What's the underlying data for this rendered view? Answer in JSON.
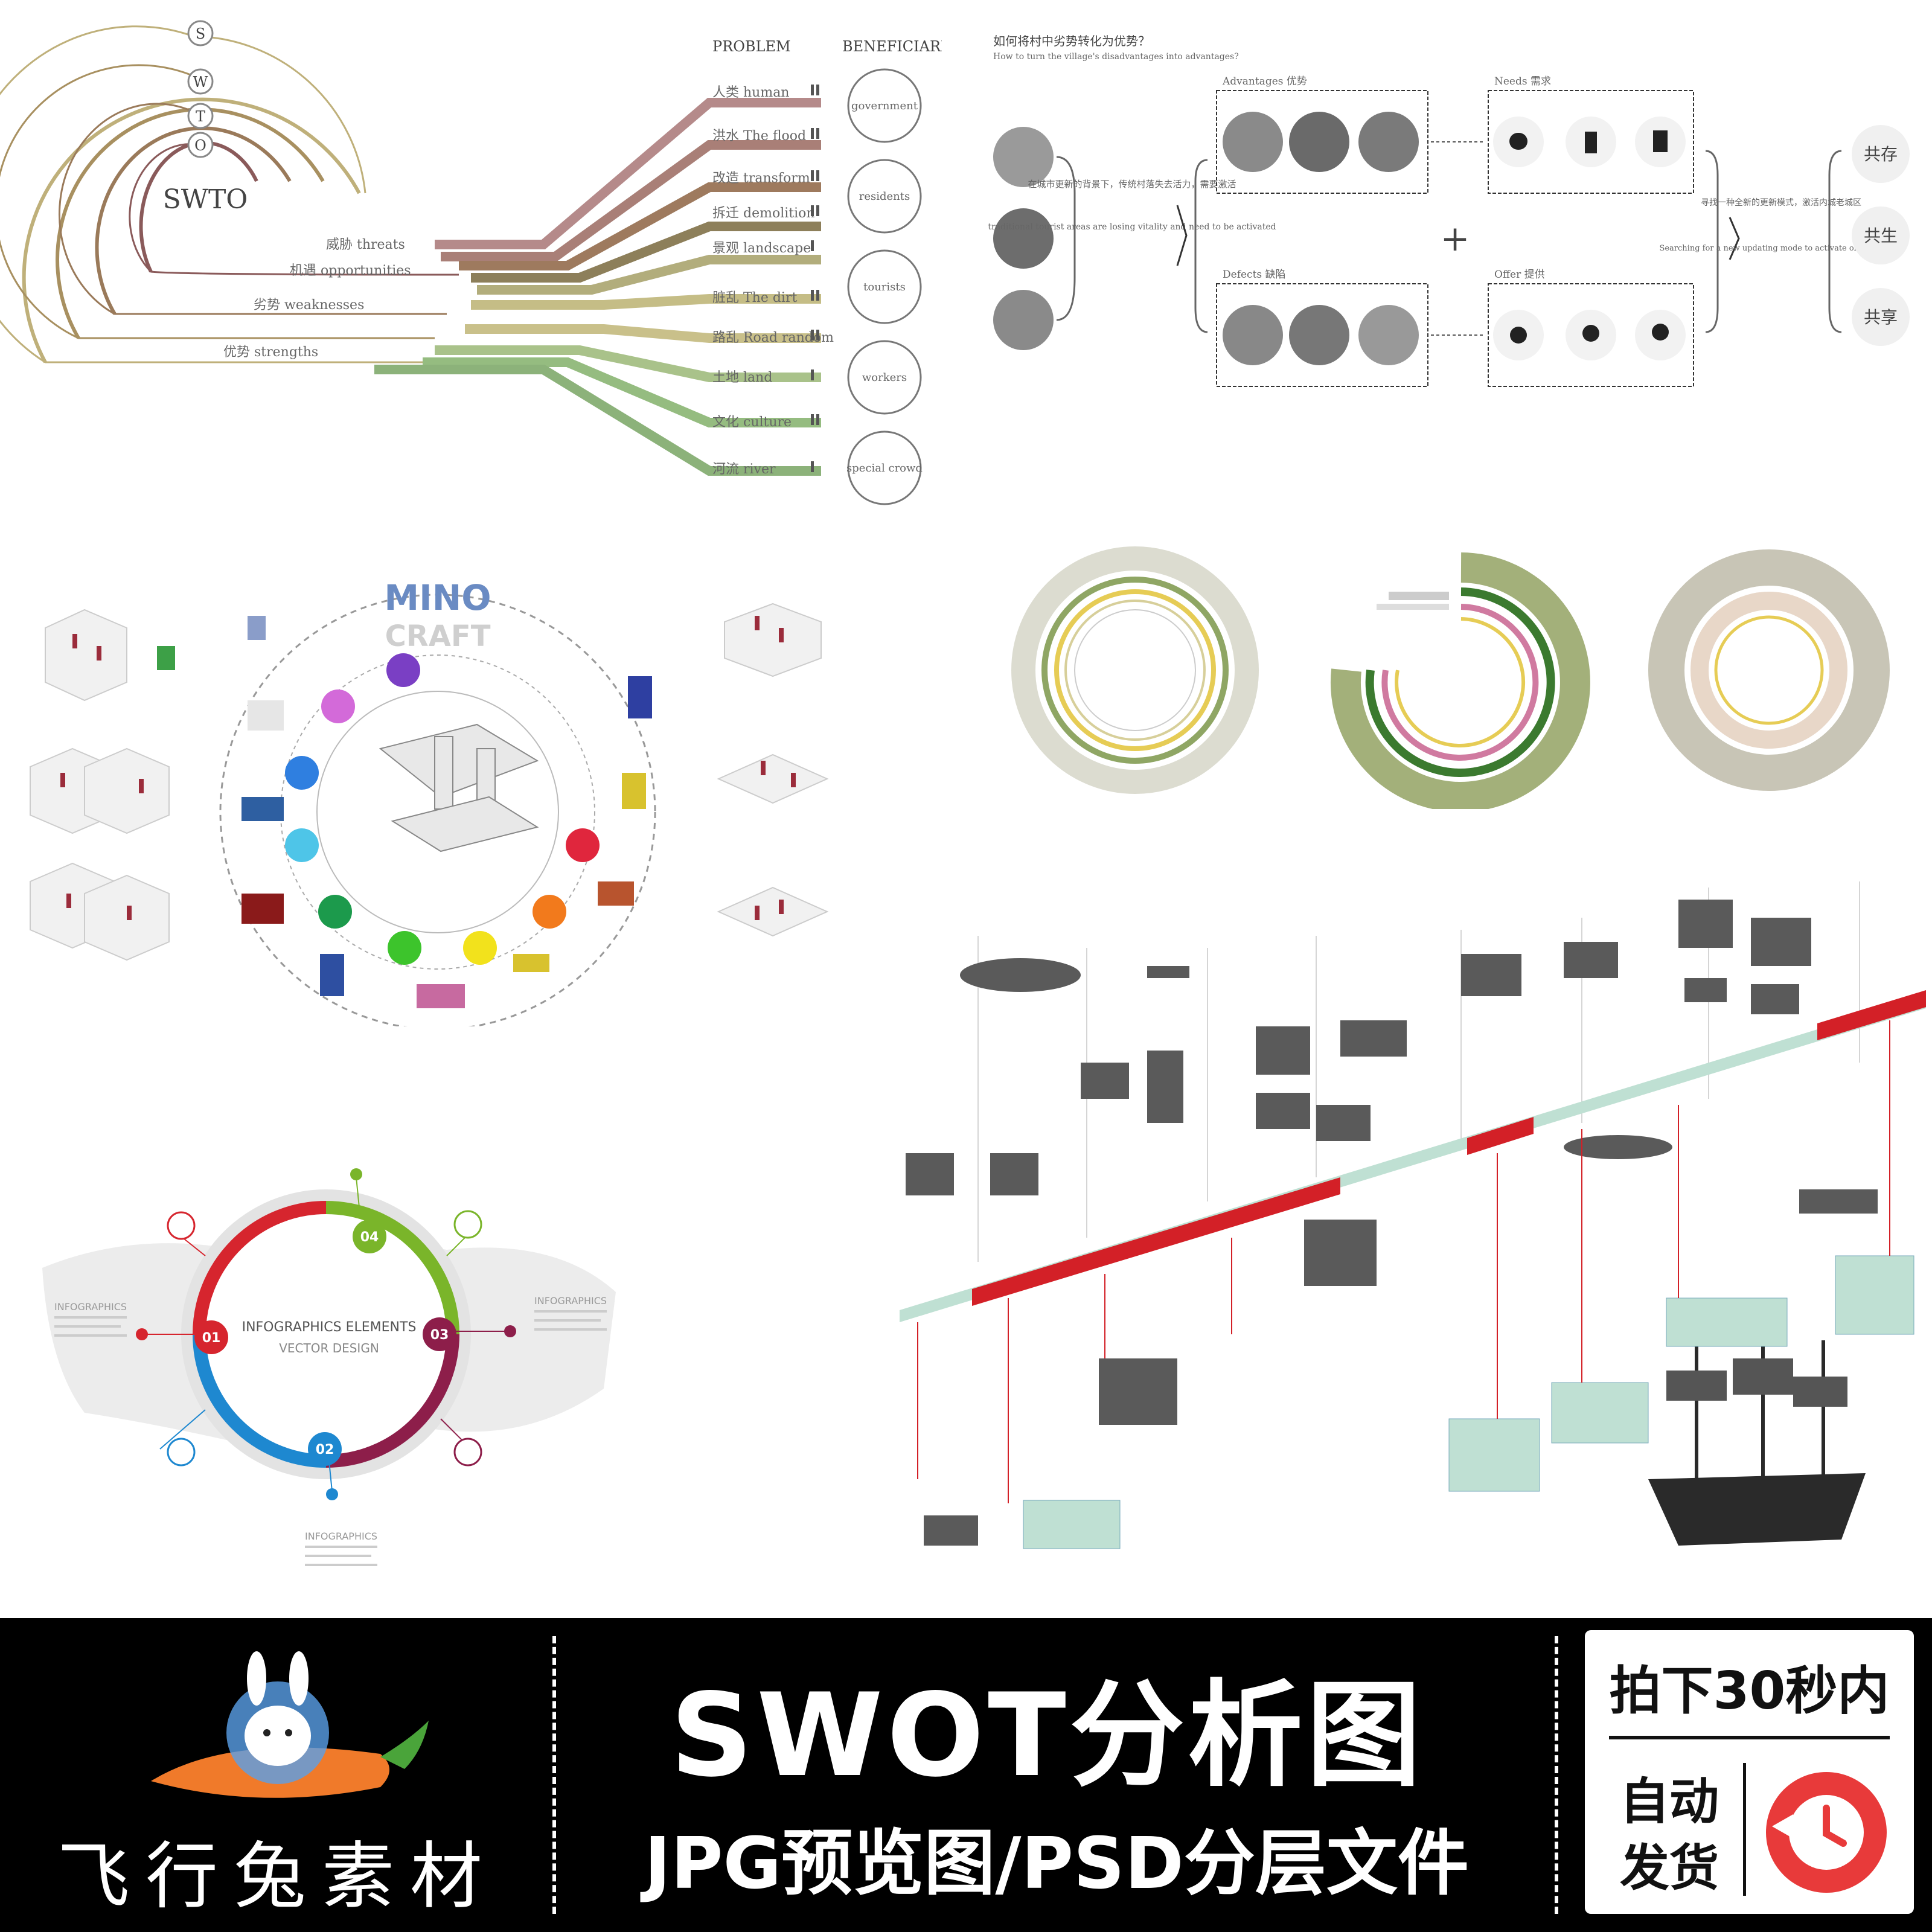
{
  "swot_arc": {
    "letters": [
      "S",
      "W",
      "T",
      "O"
    ],
    "center_label": "SWTO",
    "left_labels": [
      "威胁 threats",
      "机遇 opportunities",
      "劣势 weaknesses",
      "优势 strengths"
    ],
    "columns": [
      "PROBLEM",
      "BENEFICIARIES"
    ],
    "problems": [
      "人类 human",
      "洪水 The flood",
      "改造 transform",
      "拆迁 demolition",
      "景观 landscape",
      "脏乱 The dirt",
      "路乱 Road random",
      "土地 land",
      "文化 culture",
      "河流 river"
    ],
    "beneficiaries": [
      "government",
      "residents",
      "tourists",
      "workers",
      "special crowd"
    ],
    "colors": [
      "#a86a6a",
      "#9e7a5e",
      "#8a7a52",
      "#a8a770",
      "#c9bd84",
      "#8cb27a"
    ]
  },
  "flow_diagram": {
    "title": "如何将村中劣势转化为优势？",
    "subtitle": "How to turn the village's disadvantages into advantages?",
    "left_note_cn": "在城市更新的背景下，传统村落失去活力，需要激活",
    "left_note_en": "traditional tourist areas are losing vitality and need to be activated",
    "advantages_label": "Advantages 优势",
    "needs_label": "Needs 需求",
    "defects_label": "Defects 缺陷",
    "offer_label": "Offer 提供",
    "plus": "+",
    "right_note_cn": "寻找一种全新的更新模式，激活内城老城区",
    "right_note_en": "Searching for a new updating mode to activate old city areas",
    "outcomes": [
      "共存",
      "共生",
      "共享"
    ]
  },
  "circle_diagram": {
    "title_top": "MINO",
    "title_bottom": "CRAFT"
  },
  "infographic": {
    "center_title": "INFOGRAPHICS ELEMENTS",
    "center_sub": "VECTOR DESIGN",
    "steps": [
      "01",
      "02",
      "03",
      "04"
    ],
    "step_colors": [
      "#d6252e",
      "#1e88d0",
      "#8d1e4a",
      "#7ab52a"
    ],
    "side_labels": [
      "INFOGRAPHICS",
      "INFOGRAPHICS",
      "INFOGRAPHICS"
    ]
  },
  "timeline": {
    "band_color": "#d32027",
    "alt_band_color": "#bfe0d3"
  },
  "banner": {
    "title": "SWOT分析图",
    "subtitle": "JPG预览图/PSD分层文件",
    "brand": "飞行兔素材",
    "badge_top": "拍下30秒内",
    "badge_line1": "自动",
    "badge_line2": "发货"
  }
}
